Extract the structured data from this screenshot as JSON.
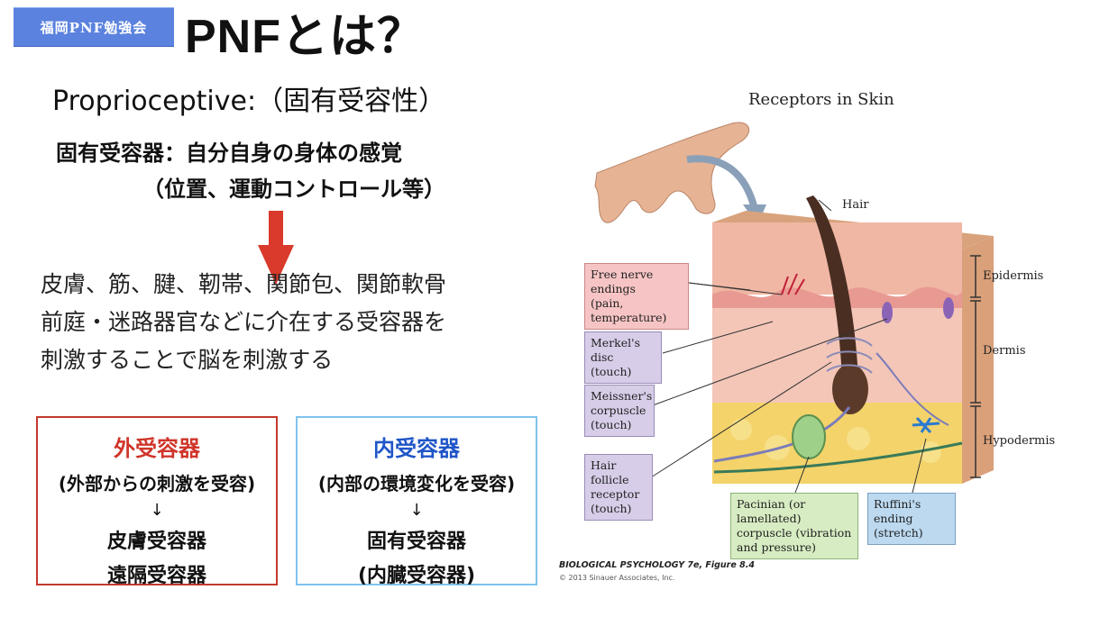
{
  "header": {
    "badge": "福岡PNF勉強会",
    "title": "PNFとは？"
  },
  "intro": {
    "subtitle": "Proprioceptive:（固有受容性）",
    "definition_line1": "固有受容器：自分自身の身体の感覚",
    "definition_line2": "（位置、運動コントロール等）"
  },
  "body": {
    "line1": "皮膚、筋、腱、靭帯、関節包、関節軟骨",
    "line2": "前庭・迷路器官などに介在する受容器を",
    "line3": "刺激することで脳を刺激する"
  },
  "boxes": {
    "external": {
      "title": "外受容器",
      "subtitle": "(外部からの刺激を受容)",
      "arrow": "↓",
      "item1": "皮膚受容器",
      "item2": "遠隔受容器"
    },
    "internal": {
      "title": "内受容器",
      "subtitle": "(内部の環境変化を受容)",
      "arrow": "↓",
      "item1": "固有受容器",
      "item2": "(内臓受容器)"
    }
  },
  "figure": {
    "title": "Receptors in Skin",
    "hair": "Hair",
    "free_nerve_1": "Free nerve endings",
    "free_nerve_2": "(pain, temperature)",
    "merkel_1": "Merkel's disc",
    "merkel_2": "(touch)",
    "meissner_1": "Meissner's",
    "meissner_2": "corpuscle",
    "meissner_3": "(touch)",
    "follicle_1": "Hair follicle",
    "follicle_2": "receptor",
    "follicle_3": "(touch)",
    "pacinian_1": "Pacinian (or lamellated)",
    "pacinian_2": "corpuscle (vibration",
    "pacinian_3": "and pressure)",
    "ruffini_1": "Ruffini's ending",
    "ruffini_2": "(stretch)",
    "epidermis": "Epidermis",
    "dermis": "Dermis",
    "hypodermis": "Hypodermis",
    "credit_1": "BIOLOGICAL PSYCHOLOGY 7e, Figure 8.4",
    "credit_2": "© 2013 Sinauer Associates, Inc."
  },
  "colors": {
    "badge": "#5b82de",
    "arrow": "#d93a2b",
    "external_accent": "#d0352a",
    "internal_accent": "#1f55c8"
  }
}
